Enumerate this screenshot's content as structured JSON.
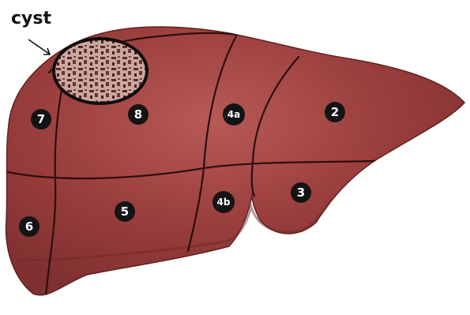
{
  "annotation": {
    "label": "cyst"
  },
  "segments": [
    {
      "id": "seg-1",
      "label": "7"
    },
    {
      "id": "seg-2",
      "label": "8"
    },
    {
      "id": "seg-3",
      "label": "4a"
    },
    {
      "id": "seg-4",
      "label": "2"
    },
    {
      "id": "seg-5",
      "label": "3"
    },
    {
      "id": "seg-6",
      "label": "4b"
    },
    {
      "id": "seg-7",
      "label": "5"
    },
    {
      "id": "seg-8",
      "label": "6"
    }
  ],
  "colors": {
    "liver_base": "#9a3e3d",
    "liver_shadow": "#7e2f2f",
    "liver_highlight": "#b75a56",
    "division_lines": "#2a0f0f",
    "badge": "#141414",
    "cyst_outline": "#0f0a0a",
    "cyst_fill": "#c9a8a1"
  }
}
